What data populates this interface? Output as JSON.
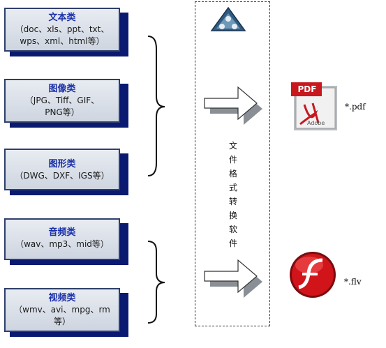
{
  "categories": [
    {
      "title": "文本类",
      "lines": [
        "（doc、xls、ppt、txt、",
        "wps、xml、html等）"
      ]
    },
    {
      "title": "图像类",
      "lines": [
        "（JPG、Tiff、GIF、",
        "PNG等）"
      ]
    },
    {
      "title": "图形类",
      "lines": [
        "（DWG、DXF、IGS等）"
      ]
    },
    {
      "title": "音频类",
      "lines": [
        "（wav、mp3、mid等）"
      ]
    },
    {
      "title": "视频类",
      "lines": [
        "（wmv、avi、mpg、rm",
        "等）"
      ]
    }
  ],
  "converter": {
    "label_chars": [
      "文",
      "件",
      "格",
      "式",
      "转",
      "换",
      "软",
      "件"
    ]
  },
  "outputs": [
    {
      "icon": "pdf-icon",
      "icon_text": "PDF",
      "sub_text": "Adobe",
      "label": "*.pdf"
    },
    {
      "icon": "flash-icon",
      "icon_text": "f",
      "label": "*.flv"
    }
  ],
  "colors": {
    "box_border": "#2e3f6a",
    "shadow": "#0a1a70",
    "title": "#1a2fa8",
    "pdf_red": "#c8181e",
    "flash_red": "#d0141a"
  }
}
